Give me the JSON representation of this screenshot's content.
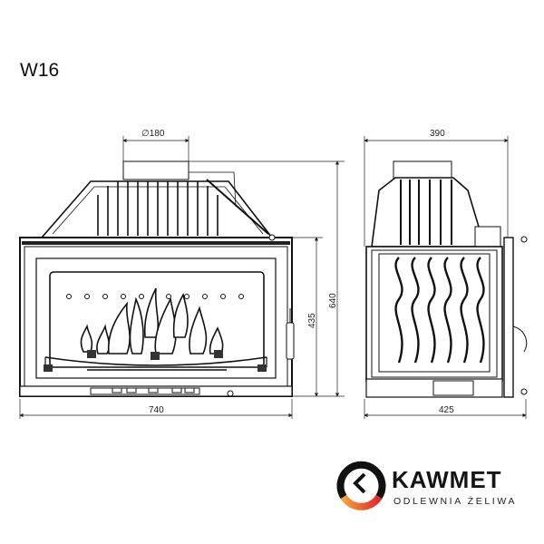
{
  "model": "W16",
  "dimensions": {
    "flue_diameter": "∅180",
    "front_width": "740",
    "front_body_height": "435",
    "total_height": "640",
    "side_top_depth": "390",
    "side_bottom_depth": "425"
  },
  "views": {
    "front": "front-view",
    "side": "side-view"
  },
  "brand": {
    "name": "KAWMET",
    "tagline": "ODLEWNIA ŻELIWA",
    "colors": {
      "ring": "#111111",
      "accent_start": "#f2a33a",
      "accent_end": "#e2262a"
    }
  }
}
